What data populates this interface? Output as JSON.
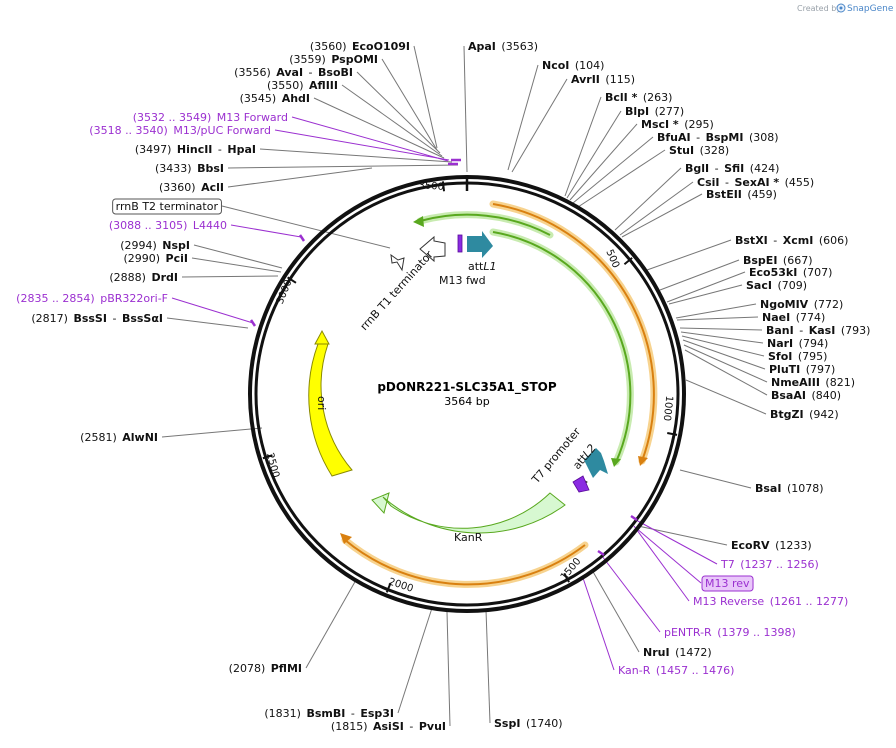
{
  "watermark": {
    "prefix": "Created by",
    "brand": "SnapGene"
  },
  "plasmid": {
    "name": "pDONR221-SLC35A1_STOP",
    "length_label": "3564 bp",
    "length": 3564
  },
  "ring_ticks": [
    {
      "pos": 500,
      "label": "500"
    },
    {
      "pos": 1000,
      "label": "1000"
    },
    {
      "pos": 1500,
      "label": "1500"
    },
    {
      "pos": 2000,
      "label": "2000"
    },
    {
      "pos": 2500,
      "label": "2500"
    },
    {
      "pos": 3000,
      "label": "3000"
    },
    {
      "pos": 3500,
      "label": "3500"
    }
  ],
  "sites": [
    {
      "pos": 3560,
      "parts": [
        {
          "t": "(3560)",
          "s": "n"
        },
        {
          "t": "EcoO109I",
          "s": "b"
        }
      ]
    },
    {
      "pos": 3563,
      "parts": [
        {
          "t": "ApaI",
          "s": "b"
        },
        {
          "t": "(3563)",
          "s": "n"
        }
      ]
    },
    {
      "pos": 3559,
      "parts": [
        {
          "t": "(3559)",
          "s": "n"
        },
        {
          "t": "PspOMI",
          "s": "b"
        }
      ]
    },
    {
      "pos": 104,
      "parts": [
        {
          "t": "NcoI",
          "s": "b"
        },
        {
          "t": "(104)",
          "s": "n"
        }
      ]
    },
    {
      "pos": 3556,
      "parts": [
        {
          "t": "(3556)",
          "s": "n"
        },
        {
          "t": "AvaI",
          "s": "b"
        },
        {
          "t": "-",
          "s": "n"
        },
        {
          "t": "BsoBI",
          "s": "b"
        }
      ]
    },
    {
      "pos": 115,
      "parts": [
        {
          "t": "AvrII",
          "s": "b"
        },
        {
          "t": "(115)",
          "s": "n"
        }
      ]
    },
    {
      "pos": 3550,
      "parts": [
        {
          "t": "(3550)",
          "s": "n"
        },
        {
          "t": "AflIII",
          "s": "b"
        }
      ]
    },
    {
      "pos": 263,
      "parts": [
        {
          "t": "BclI *",
          "s": "b"
        },
        {
          "t": "(263)",
          "s": "n"
        }
      ]
    },
    {
      "pos": 3545,
      "parts": [
        {
          "t": "(3545)",
          "s": "n"
        },
        {
          "t": "AhdI",
          "s": "b"
        }
      ]
    },
    {
      "pos": 277,
      "parts": [
        {
          "t": "BlpI",
          "s": "b"
        },
        {
          "t": "(277)",
          "s": "n"
        }
      ]
    },
    {
      "pos": 3532,
      "parts": [
        {
          "t": "(3532 .. 3549)",
          "s": "p"
        },
        {
          "t": "M13 Forward",
          "s": "p"
        }
      ]
    },
    {
      "pos": 295,
      "parts": [
        {
          "t": "MscI *",
          "s": "b"
        },
        {
          "t": "(295)",
          "s": "n"
        }
      ]
    },
    {
      "pos": 3518,
      "parts": [
        {
          "t": "(3518 .. 3540)",
          "s": "p"
        },
        {
          "t": "M13/pUC Forward",
          "s": "p"
        }
      ]
    },
    {
      "pos": 308,
      "parts": [
        {
          "t": "BfuAI",
          "s": "b"
        },
        {
          "t": "-",
          "s": "n"
        },
        {
          "t": "BspMI",
          "s": "b"
        },
        {
          "t": "(308)",
          "s": "n"
        }
      ]
    },
    {
      "pos": 3497,
      "parts": [
        {
          "t": "(3497)",
          "s": "n"
        },
        {
          "t": "HincII",
          "s": "b"
        },
        {
          "t": "-",
          "s": "n"
        },
        {
          "t": "HpaI",
          "s": "b"
        }
      ]
    },
    {
      "pos": 328,
      "parts": [
        {
          "t": "StuI",
          "s": "b"
        },
        {
          "t": "(328)",
          "s": "n"
        }
      ]
    },
    {
      "pos": 3433,
      "parts": [
        {
          "t": "(3433)",
          "s": "n"
        },
        {
          "t": "BbsI",
          "s": "b"
        }
      ]
    },
    {
      "pos": 424,
      "parts": [
        {
          "t": "BglI",
          "s": "b"
        },
        {
          "t": "-",
          "s": "n"
        },
        {
          "t": "SfiI",
          "s": "b"
        },
        {
          "t": "(424)",
          "s": "n"
        }
      ]
    },
    {
      "pos": 455,
      "parts": [
        {
          "t": "CsiI",
          "s": "b"
        },
        {
          "t": "-",
          "s": "n"
        },
        {
          "t": "SexAI *",
          "s": "b"
        },
        {
          "t": "(455)",
          "s": "n"
        }
      ]
    },
    {
      "pos": 3360,
      "parts": [
        {
          "t": "(3360)",
          "s": "n"
        },
        {
          "t": "AclI",
          "s": "b"
        }
      ]
    },
    {
      "pos": 459,
      "parts": [
        {
          "t": "BstEII",
          "s": "b"
        },
        {
          "t": "(459)",
          "s": "n"
        }
      ]
    },
    {
      "pos": 3330,
      "parts": [
        {
          "t": "rrnB T2 terminator",
          "s": "box"
        }
      ]
    },
    {
      "pos": 606,
      "parts": [
        {
          "t": "BstXI",
          "s": "b"
        },
        {
          "t": "-",
          "s": "n"
        },
        {
          "t": "XcmI",
          "s": "b"
        },
        {
          "t": "(606)",
          "s": "n"
        }
      ]
    },
    {
      "pos": 3088,
      "parts": [
        {
          "t": "(3088 .. 3105)",
          "s": "p"
        },
        {
          "t": "L4440",
          "s": "p"
        }
      ]
    },
    {
      "pos": 2994,
      "parts": [
        {
          "t": "(2994)",
          "s": "n"
        },
        {
          "t": "NspI",
          "s": "b"
        }
      ]
    },
    {
      "pos": 667,
      "parts": [
        {
          "t": "BspEI",
          "s": "b"
        },
        {
          "t": "(667)",
          "s": "n"
        }
      ]
    },
    {
      "pos": 2990,
      "parts": [
        {
          "t": "(2990)",
          "s": "n"
        },
        {
          "t": "PciI",
          "s": "b"
        }
      ]
    },
    {
      "pos": 707,
      "parts": [
        {
          "t": "Eco53kI",
          "s": "b"
        },
        {
          "t": "(707)",
          "s": "n"
        }
      ]
    },
    {
      "pos": 2888,
      "parts": [
        {
          "t": "(2888)",
          "s": "n"
        },
        {
          "t": "DrdI",
          "s": "b"
        }
      ]
    },
    {
      "pos": 709,
      "parts": [
        {
          "t": "SacI",
          "s": "b"
        },
        {
          "t": "(709)",
          "s": "n"
        }
      ]
    },
    {
      "pos": 2835,
      "parts": [
        {
          "t": "(2835 .. 2854)",
          "s": "p"
        },
        {
          "t": "pBR322ori-F",
          "s": "p"
        }
      ]
    },
    {
      "pos": 772,
      "parts": [
        {
          "t": "NgoMIV",
          "s": "b"
        },
        {
          "t": "(772)",
          "s": "n"
        }
      ]
    },
    {
      "pos": 2817,
      "parts": [
        {
          "t": "(2817)",
          "s": "n"
        },
        {
          "t": "BssSI",
          "s": "b"
        },
        {
          "t": "-",
          "s": "n"
        },
        {
          "t": "BssSαI",
          "s": "b"
        }
      ]
    },
    {
      "pos": 774,
      "parts": [
        {
          "t": "NaeI",
          "s": "b"
        },
        {
          "t": "(774)",
          "s": "n"
        }
      ]
    },
    {
      "pos": 793,
      "parts": [
        {
          "t": "BanI",
          "s": "b"
        },
        {
          "t": "-",
          "s": "n"
        },
        {
          "t": "KasI",
          "s": "b"
        },
        {
          "t": "(793)",
          "s": "n"
        }
      ]
    },
    {
      "pos": 794,
      "parts": [
        {
          "t": "NarI",
          "s": "b"
        },
        {
          "t": "(794)",
          "s": "n"
        }
      ]
    },
    {
      "pos": 795,
      "parts": [
        {
          "t": "SfoI",
          "s": "b"
        },
        {
          "t": "(795)",
          "s": "n"
        }
      ]
    },
    {
      "pos": 797,
      "parts": [
        {
          "t": "PluTI",
          "s": "b"
        },
        {
          "t": "(797)",
          "s": "n"
        }
      ]
    },
    {
      "pos": 821,
      "parts": [
        {
          "t": "NmeAIII",
          "s": "b"
        },
        {
          "t": "(821)",
          "s": "n"
        }
      ]
    },
    {
      "pos": 840,
      "parts": [
        {
          "t": "BsaAI",
          "s": "b"
        },
        {
          "t": "(840)",
          "s": "n"
        }
      ]
    },
    {
      "pos": 942,
      "parts": [
        {
          "t": "BtgZI",
          "s": "b"
        },
        {
          "t": "(942)",
          "s": "n"
        }
      ]
    },
    {
      "pos": 2581,
      "parts": [
        {
          "t": "(2581)",
          "s": "n"
        },
        {
          "t": "AlwNI",
          "s": "b"
        }
      ]
    },
    {
      "pos": 1078,
      "parts": [
        {
          "t": "BsaI",
          "s": "b"
        },
        {
          "t": "(1078)",
          "s": "n"
        }
      ]
    },
    {
      "pos": 1233,
      "parts": [
        {
          "t": "EcoRV",
          "s": "b"
        },
        {
          "t": "(1233)",
          "s": "n"
        }
      ]
    },
    {
      "pos": 1237,
      "parts": [
        {
          "t": "T7",
          "s": "p"
        },
        {
          "t": "(1237 .. 1256)",
          "s": "p"
        }
      ]
    },
    {
      "pos": 1261,
      "parts": [
        {
          "t": "M13 rev",
          "s": "pbox"
        }
      ]
    },
    {
      "pos": 1261,
      "parts": [
        {
          "t": "M13 Reverse",
          "s": "p"
        },
        {
          "t": "(1261 .. 1277)",
          "s": "p"
        }
      ]
    },
    {
      "pos": 1379,
      "parts": [
        {
          "t": "pENTR-R",
          "s": "p"
        },
        {
          "t": "(1379 .. 1398)",
          "s": "p"
        }
      ]
    },
    {
      "pos": 1472,
      "parts": [
        {
          "t": "NruI",
          "s": "b"
        },
        {
          "t": "(1472)",
          "s": "n"
        }
      ]
    },
    {
      "pos": 1457,
      "parts": [
        {
          "t": "Kan-R",
          "s": "p"
        },
        {
          "t": "(1457 .. 1476)",
          "s": "p"
        }
      ]
    },
    {
      "pos": 2078,
      "parts": [
        {
          "t": "(2078)",
          "s": "n"
        },
        {
          "t": "PflMI",
          "s": "b"
        }
      ]
    },
    {
      "pos": 1831,
      "parts": [
        {
          "t": "(1831)",
          "s": "n"
        },
        {
          "t": "BsmBI",
          "s": "b"
        },
        {
          "t": "-",
          "s": "n"
        },
        {
          "t": "Esp3I",
          "s": "b"
        }
      ]
    },
    {
      "pos": 1740,
      "parts": [
        {
          "t": "SspI",
          "s": "b"
        },
        {
          "t": "(1740)",
          "s": "n"
        }
      ]
    },
    {
      "pos": 1815,
      "parts": [
        {
          "t": "(1815)",
          "s": "n"
        },
        {
          "t": "AsiSI",
          "s": "b"
        },
        {
          "t": "-",
          "s": "n"
        },
        {
          "t": "PvuI",
          "s": "b"
        }
      ]
    }
  ],
  "features": [
    {
      "name": "attL1",
      "prefix": "att",
      "suffix": "L1",
      "color": "#2e8aa0"
    },
    {
      "name": "M13 fwd",
      "color": "#8a2be2"
    },
    {
      "name": "rrnB T1 terminator",
      "color": "#ffffff"
    },
    {
      "name": "T7 promoter",
      "color": "#ffffff"
    },
    {
      "name": "attL2",
      "prefix": "att",
      "suffix": "L2",
      "color": "#2e8aa0"
    },
    {
      "name": "KanR",
      "color": "#d7f8d1"
    },
    {
      "name": "ori",
      "color": "#ffff00"
    }
  ],
  "colors": {
    "orange_arc": "#d98010",
    "green_arc": "#59a81f",
    "primer": "#9b30d0",
    "ring": "#111111"
  }
}
